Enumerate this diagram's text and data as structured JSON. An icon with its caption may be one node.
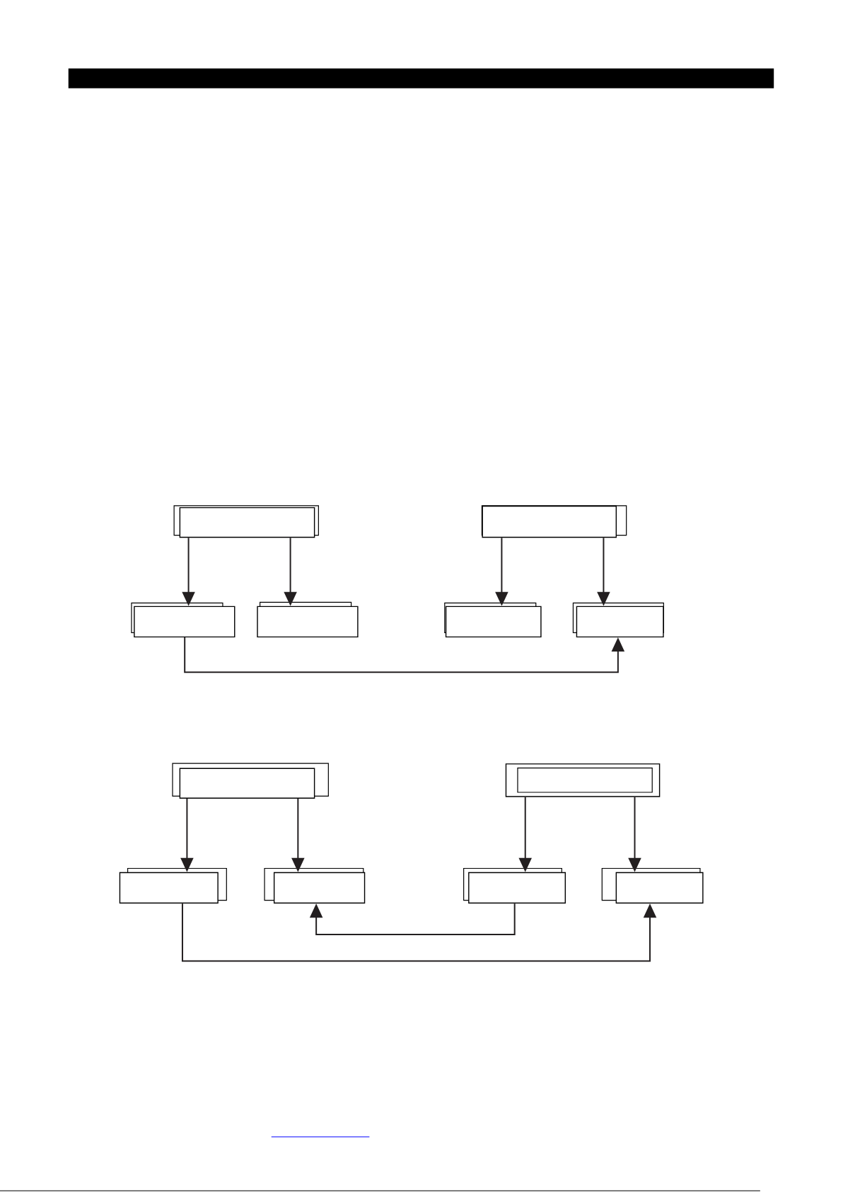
{
  "diagram": {
    "nodes": [
      {
        "text": [],
        "shape": "box"
      },
      {
        "text": [],
        "shape": "box"
      },
      {
        "text": [],
        "shape": "box"
      },
      {
        "text": [],
        "shape": "box"
      },
      {
        "text": [],
        "shape": "box"
      },
      {
        "text": [],
        "shape": "box"
      },
      {
        "text": [],
        "shape": "box"
      },
      {
        "text": [],
        "shape": "box"
      },
      {
        "text": [],
        "shape": "box"
      },
      {
        "text": [],
        "shape": "box"
      },
      {
        "text": [],
        "shape": "box"
      },
      {
        "text": [],
        "shape": "box"
      }
    ],
    "edges": [
      {
        "from": 0,
        "to": 2,
        "arrow": "to"
      },
      {
        "from": 0,
        "to": 3,
        "arrow": "to"
      },
      {
        "from": 1,
        "to": 4,
        "arrow": "to"
      },
      {
        "from": 1,
        "to": 5,
        "arrow": "to"
      },
      {
        "from": 2,
        "to": 5,
        "arrow": "to"
      },
      {
        "from": 6,
        "to": 8,
        "arrow": "to"
      },
      {
        "from": 6,
        "to": 9,
        "arrow": "to"
      },
      {
        "from": 7,
        "to": 10,
        "arrow": "to"
      },
      {
        "from": 7,
        "to": 11,
        "arrow": "to"
      },
      {
        "from": 10,
        "to": 9,
        "arrow": "to"
      },
      {
        "from": 8,
        "to": 11,
        "arrow": "to"
      }
    ]
  }
}
